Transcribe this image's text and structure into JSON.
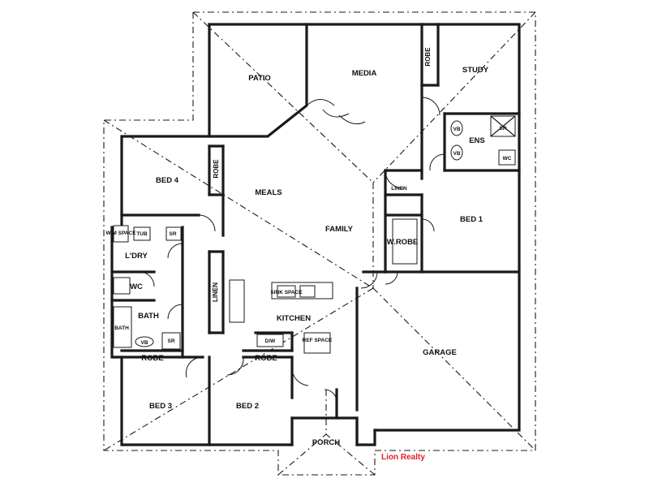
{
  "rooms": {
    "patio": "PATIO",
    "media": "MEDIA",
    "robe_media": "ROBE",
    "study": "STUDY",
    "ens": "ENS",
    "robe_bed4": "ROBE",
    "bed4": "BED 4",
    "meals": "MEALS",
    "family": "FAMILY",
    "linen_ens": "LINEN",
    "bed1": "BED 1",
    "wrobe": "W.ROBE",
    "wm_space": "W/M SPACE",
    "tub": "TUB",
    "sr_laundry": "SR",
    "ldry": "L'DRY",
    "wc": "WC",
    "linen_hall": "LINEN",
    "bath": "BATH",
    "bath_tub": "BATH",
    "vb_bath": "VB",
    "sr_bath": "SR",
    "kitchen": "KITCHEN",
    "sink_space": "SINK SPACE",
    "dw": "D/W",
    "ref_space": "REF SPACE",
    "garage": "GARAGE",
    "robe_bed3": "ROBE",
    "robe_bed2": "ROBE",
    "bed3": "BED 3",
    "bed2": "BED 2",
    "porch": "PORCH",
    "vb_ens_1": "VB",
    "vb_ens_2": "VB",
    "sr_ens": "SR",
    "wc_ens": "WC"
  },
  "branding": {
    "agency": "Lion Realty",
    "agency_color": "#e31e24"
  }
}
